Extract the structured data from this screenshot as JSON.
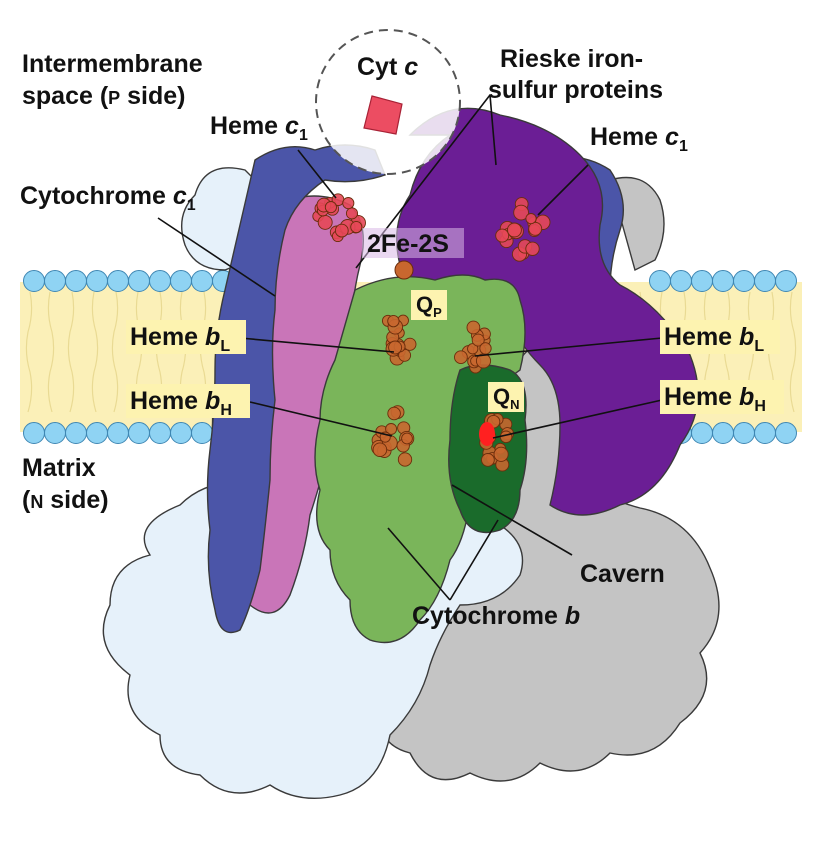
{
  "colors": {
    "membrane_fill": "#fbf0b8",
    "lipid_head": "#8fd3f3",
    "cytochrome_c1_pink": "#c975b8",
    "cytochrome_c1_blue": "#4b55a8",
    "rieske_purple": "#6b1e95",
    "cytochrome_b_light_green": "#7ab55a",
    "cytochrome_b_dark_green": "#1a6b2b",
    "core_light_blue": "#e6f1fa",
    "core_gray": "#c4c4c4",
    "heme_orange": "#c8672f",
    "heme_red": "#e64858",
    "cyt_c_square": "#ec4d62",
    "label_highlight": "#fdf3b0"
  },
  "labels": {
    "intermembrane_line1": "Intermembrane",
    "intermembrane_line2_pre": "space (",
    "intermembrane_side_letter": "P",
    "intermembrane_line2_post": " side)",
    "matrix_line1": "Matrix",
    "matrix_line2_pre": "(",
    "matrix_side_letter": "N",
    "matrix_line2_post": " side)",
    "cyt_c_pre": "Cyt ",
    "cyt_c_ital": "c",
    "rieske_line1": "Rieske iron-",
    "rieske_line2": "sulfur proteins",
    "heme_c1_left_pre": "Heme ",
    "heme_c1_left_ital": "c",
    "heme_c1_left_sub": "1",
    "heme_c1_right_pre": "Heme ",
    "heme_c1_right_ital": "c",
    "heme_c1_right_sub": "1",
    "cytochrome_c1_pre": "Cytochrome ",
    "cytochrome_c1_ital": "c",
    "cytochrome_c1_sub": "1",
    "fe_s_cluster": "2Fe-2S",
    "qp_main": "Q",
    "qp_sub": "P",
    "qn_main": "Q",
    "qn_sub": "N",
    "heme_bl_left_pre": "Heme ",
    "heme_bl_left_ital": "b",
    "heme_bl_left_sub": "L",
    "heme_bh_left_pre": "Heme ",
    "heme_bh_left_ital": "b",
    "heme_bh_left_sub": "H",
    "heme_bl_right_pre": "Heme ",
    "heme_bl_right_ital": "b",
    "heme_bl_right_sub": "L",
    "heme_bh_right_pre": "Heme ",
    "heme_bh_right_ital": "b",
    "heme_bh_right_sub": "H",
    "cavern": "Cavern",
    "cytochrome_b_pre": "Cytochrome ",
    "cytochrome_b_ital": "b"
  }
}
